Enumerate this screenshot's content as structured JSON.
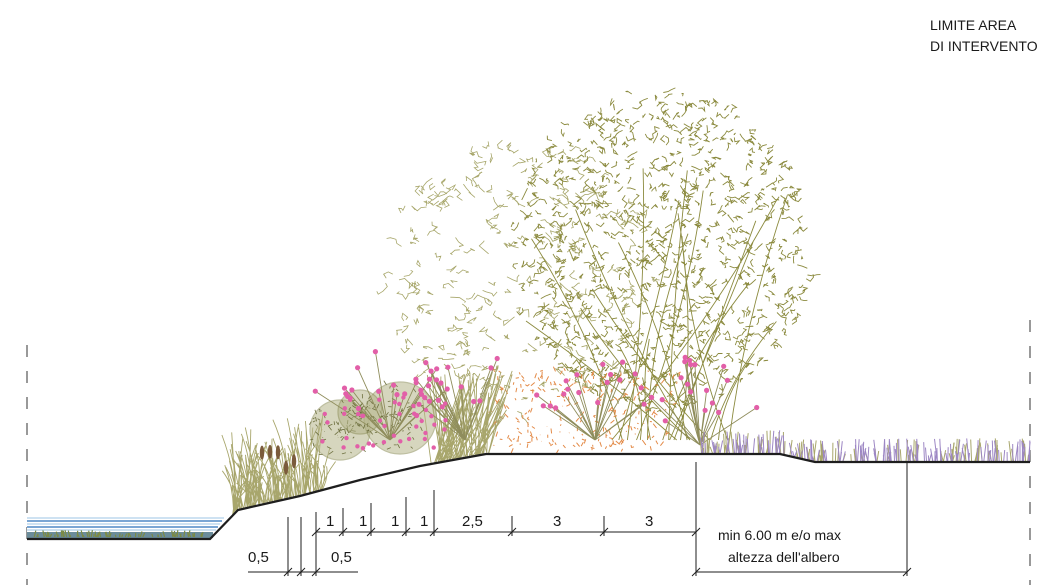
{
  "header": {
    "limit_line1": "LIMITE  AREA",
    "limit_line2": "DI INTERVENTO"
  },
  "dimensions": {
    "d1": "0,5",
    "d2": "0,5",
    "d3": "1",
    "d4": "1",
    "d5": "1",
    "d6": "1",
    "d7": "2,5",
    "d8": "3",
    "d9": "3",
    "tree_line1": "min 6.00 m e/o max",
    "tree_line2": "altezza dell'albero"
  },
  "colors": {
    "ground": "#1e1e1e",
    "water": "#4f88c6",
    "water_light": "#9cc4e4",
    "tree_outline": "#a7a66a",
    "tree_dense": "#8b8a3e",
    "shrub": "#8a8c55",
    "flower": "#e25fa8",
    "orange_shrub": "#e38a47",
    "grass": "#a8a66c",
    "meadow_purple": "#9d87c4",
    "reed": "#7b5b3c"
  }
}
